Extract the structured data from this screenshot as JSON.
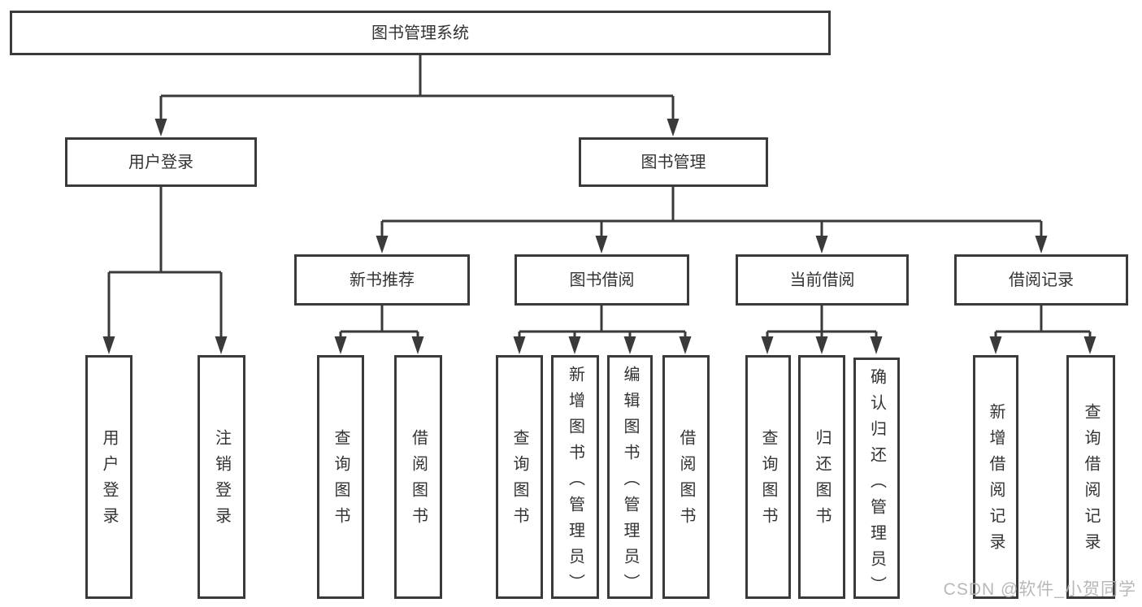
{
  "colors": {
    "line": "#3a3a3a",
    "box_border": "#3a3a3a",
    "text": "#333333",
    "watermark": "#b2b2b2",
    "background": "#ffffff"
  },
  "watermark": "CSDN @软件_小贺同学",
  "tree": {
    "label": "图书管理系统",
    "children": [
      {
        "label": "用户登录",
        "children": [
          {
            "label": "用户登录"
          },
          {
            "label": "注销登录"
          }
        ]
      },
      {
        "label": "图书管理",
        "children": [
          {
            "label": "新书推荐",
            "children": [
              {
                "label": "查询图书"
              },
              {
                "label": "借阅图书"
              }
            ]
          },
          {
            "label": "图书借阅",
            "children": [
              {
                "label": "查询图书"
              },
              {
                "label": "新增图书（管理员）"
              },
              {
                "label": "编辑图书（管理员）"
              },
              {
                "label": "借阅图书"
              }
            ]
          },
          {
            "label": "当前借阅",
            "children": [
              {
                "label": "查询图书"
              },
              {
                "label": "归还图书"
              },
              {
                "label": "确认归还（管理员）"
              }
            ]
          },
          {
            "label": "借阅记录",
            "children": [
              {
                "label": "新增借阅记录"
              },
              {
                "label": "查询借阅记录"
              }
            ]
          }
        ]
      }
    ]
  }
}
